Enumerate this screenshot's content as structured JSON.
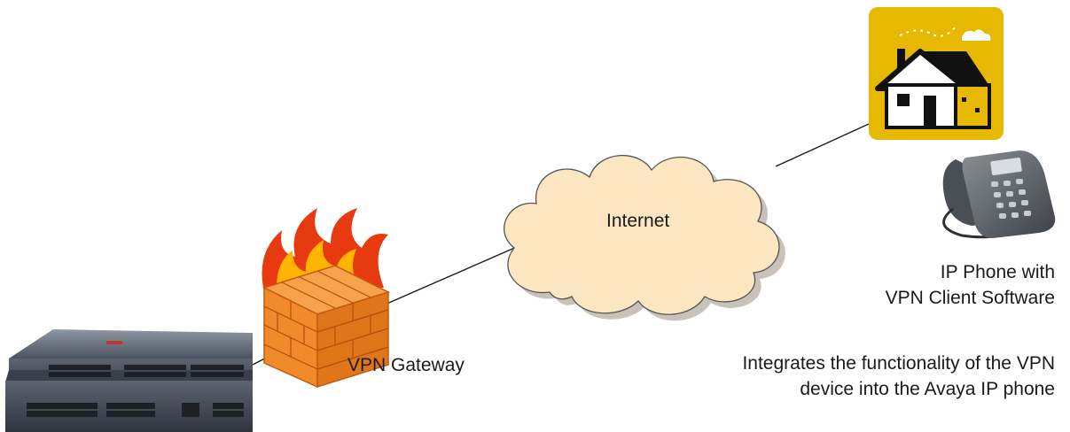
{
  "labels": {
    "internet": "Internet",
    "vpn_gateway": "VPN Gateway",
    "ip_phone_line1": "IP Phone with",
    "ip_phone_line2": "VPN Client Software",
    "note_line1": "Integrates the functionality of the VPN",
    "note_line2": "device into the Avaya IP phone"
  },
  "icons": {
    "home": "home-icon",
    "phone": "ip-phone-icon",
    "firewall": "firewall-icon",
    "switch": "network-switch-icon",
    "cloud": "internet-cloud-icon"
  },
  "colors": {
    "home_tile": "#e6b800",
    "firewall_brick": "#f08a2a",
    "flame": "#e83a10",
    "cloud_fill": "#fde7c2",
    "cloud_shadow": "#c9c2b8"
  }
}
